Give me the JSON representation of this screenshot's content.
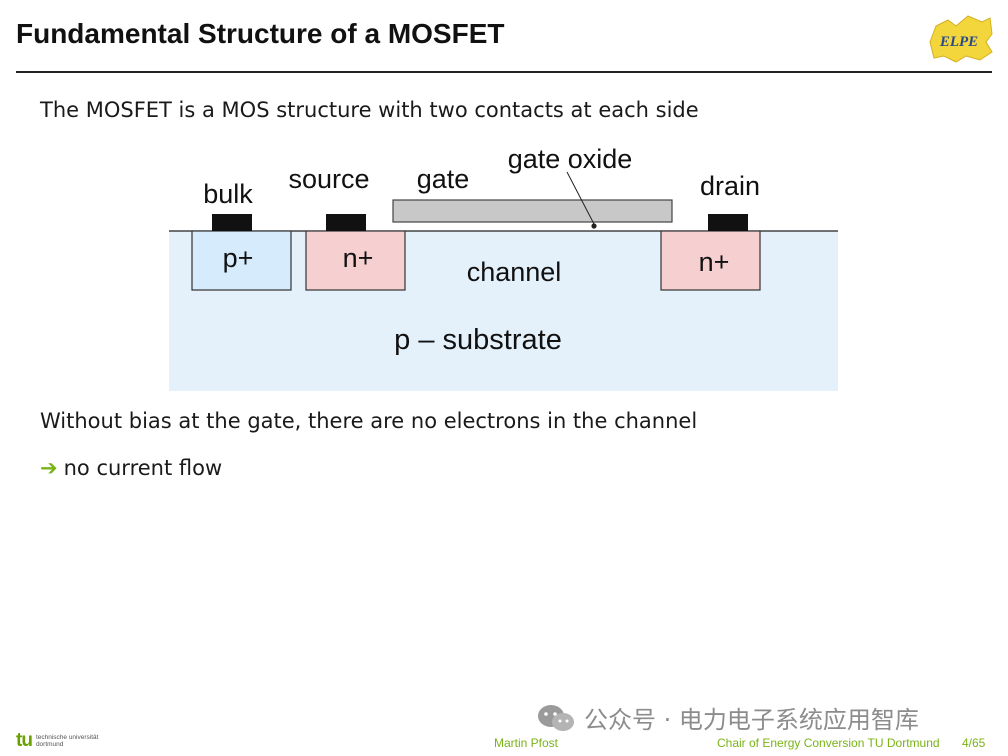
{
  "slide": {
    "title": "Fundamental Structure of a MOSFET",
    "intro": "The MOSFET is a MOS structure with two contacts at each side",
    "bias_statement": "Without bias at the gate, there are no electrons in the channel",
    "conclusion": "no current flow",
    "logo_text": "ELPE"
  },
  "diagram": {
    "labels": {
      "bulk": "bulk",
      "source": "source",
      "gate": "gate",
      "gate_oxide": "gate oxide",
      "drain": "drain",
      "bulk_region": "p+",
      "source_region": "n+",
      "drain_region": "n+",
      "channel": "channel",
      "substrate": "p – substrate"
    },
    "colors": {
      "substrate": "#e4f1fb",
      "n_plus": "#f6cfd0",
      "p_plus": "#d6ebfb",
      "contact": "#111111",
      "gate_oxide": "#c8c8c8",
      "accent_green": "#7ab317"
    }
  },
  "footer": {
    "university_mark": "tu",
    "university_line1": "technische universität",
    "university_line2": "dortmund",
    "author": "Martin Pfost",
    "chair": "Chair of Energy Conversion TU Dortmund",
    "page": "4/65"
  },
  "watermark": {
    "text": "公众号 · 电力电子系统应用智库"
  }
}
